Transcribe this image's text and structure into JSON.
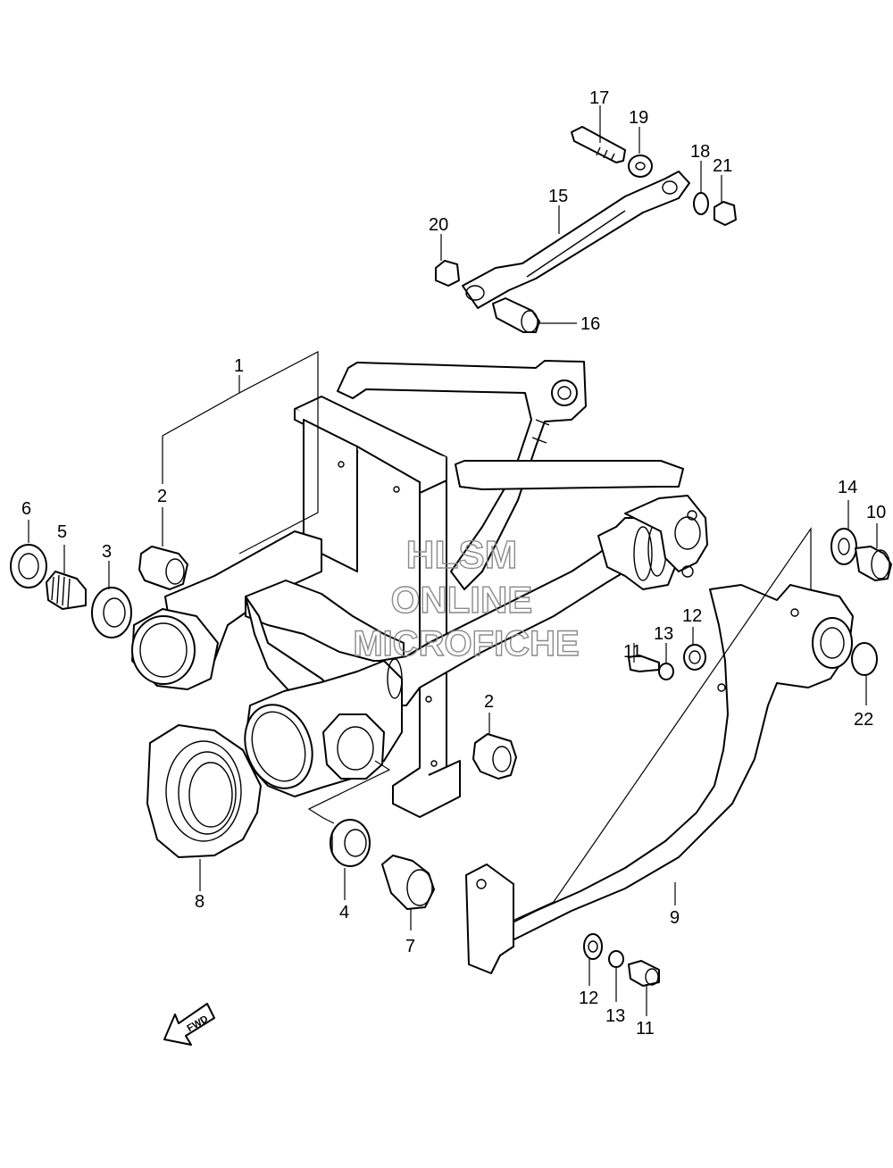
{
  "diagram": {
    "callouts": [
      "17",
      "19",
      "18",
      "21",
      "15",
      "20",
      "16",
      "1",
      "2",
      "6",
      "5",
      "3",
      "14",
      "10",
      "12",
      "13",
      "11",
      "22",
      "2",
      "8",
      "4",
      "7",
      "9",
      "12",
      "13",
      "11"
    ]
  },
  "watermark": {
    "line1": "HLSM",
    "line2": "ONLINE",
    "line3": "MICROFICHE"
  },
  "badge": {
    "label": "FWD"
  }
}
